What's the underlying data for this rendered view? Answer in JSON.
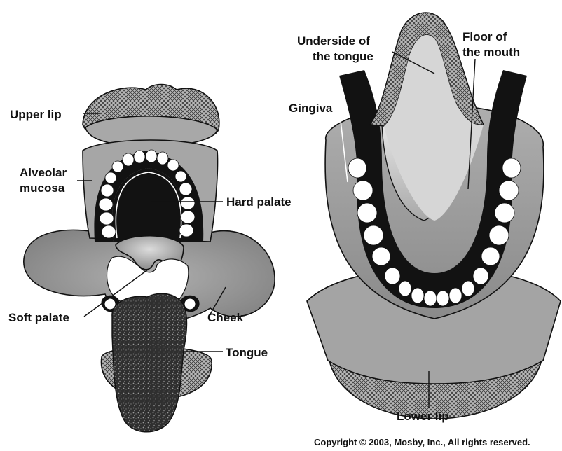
{
  "labels": {
    "upper_lip": "Upper lip",
    "alveolar_mucosa_line1": "Alveolar",
    "alveolar_mucosa_line2": "mucosa",
    "hard_palate": "Hard palate",
    "soft_palate": "Soft palate",
    "cheek": "Cheek",
    "tongue": "Tongue",
    "underside_line1": "Underside of",
    "underside_line2": "the tongue",
    "floor_line1": "Floor of",
    "floor_line2": "the mouth",
    "gingiva": "Gingiva",
    "lower_lip": "Lower lip"
  },
  "copyright": "Copyright © 2003, Mosby, Inc., All rights reserved.",
  "colors": {
    "background": "#ffffff",
    "tissue": "#9a9a9a",
    "tissue_light": "#c4c4c4",
    "dark": "#121212",
    "tooth": "#ffffff"
  }
}
